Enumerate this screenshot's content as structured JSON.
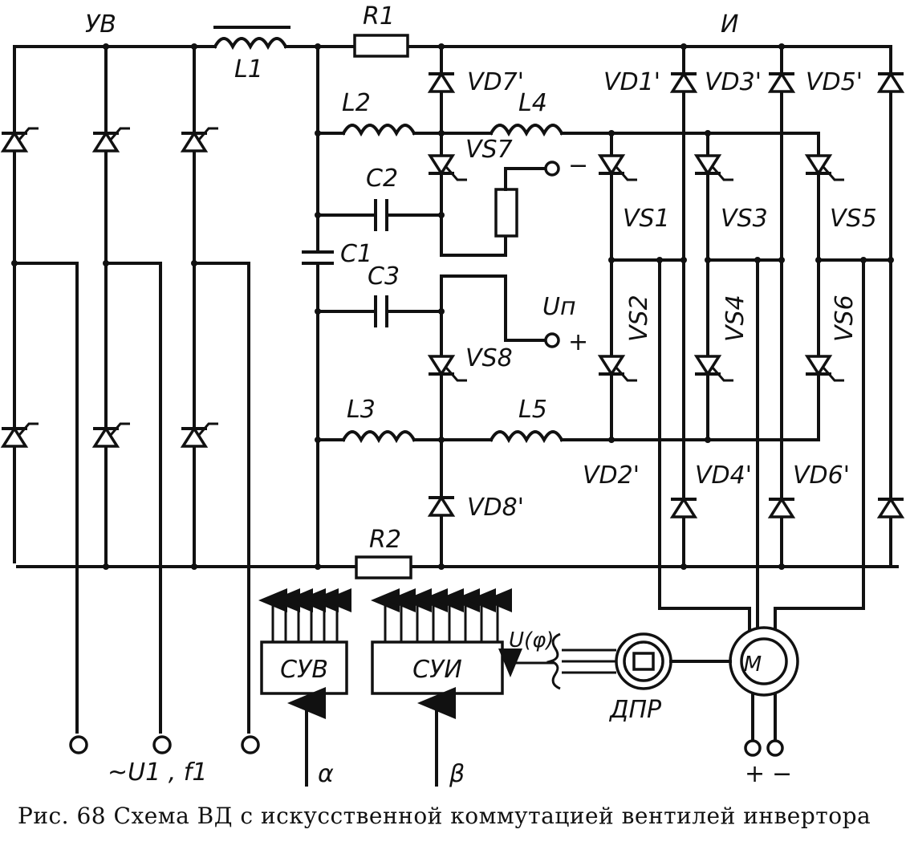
{
  "labels": {
    "rectifier": "УВ",
    "inverter": "И",
    "R1": "R1",
    "R2": "R2",
    "L1": "L1",
    "L2": "L2",
    "L3": "L3",
    "L4": "L4",
    "L5": "L5",
    "C1": "C1",
    "C2": "C2",
    "C3": "C3",
    "VD7": "VD7'",
    "VD8": "VD8'",
    "VS7": "VS7",
    "VS8": "VS8",
    "VS1": "VS1",
    "VS2": "VS2",
    "VS3": "VS3",
    "VS4": "VS4",
    "VS5": "VS5",
    "VS6": "VS6",
    "VD1": "VD1'",
    "VD2": "VD2'",
    "VD3": "VD3'",
    "VD4": "VD4'",
    "VD5": "VD5'",
    "VD6": "VD6'",
    "aux_minus": "−",
    "aux_plus": "+",
    "aux_supply": "Uп",
    "control_rectifier": "СУВ",
    "control_inverter": "СУИ",
    "position_signal": "U(φ)",
    "motor": "M",
    "rotor_sensor": "ДПР",
    "supply": "~U1 , f1",
    "alpha": "α",
    "beta": "β",
    "dc_plus": "+",
    "dc_minus": "−"
  },
  "caption": "Рис. 68 Схема ВД с искусственной коммутацией вентилей инвертора"
}
